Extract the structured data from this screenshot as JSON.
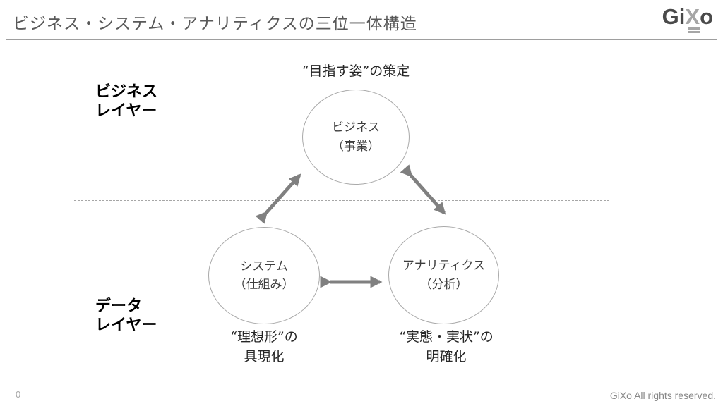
{
  "slide": {
    "title": "ビジネス・システム・アナリティクスの三位一体構造",
    "page_number": "0",
    "footer": "GiXo All rights reserved."
  },
  "logo": {
    "part1": "Gi",
    "part2": "X",
    "part3": "o"
  },
  "diagram": {
    "layers": {
      "business": {
        "line1": "ビジネス",
        "line2": "レイヤー"
      },
      "data": {
        "line1": "データ",
        "line2": "レイヤー"
      }
    },
    "nodes": {
      "business": {
        "line1": "ビジネス",
        "line2": "（事業）",
        "caption": "“目指す姿”の策定"
      },
      "system": {
        "line1": "システム",
        "line2": "（仕組み）",
        "caption_line1": "“理想形”の",
        "caption_line2": "具現化"
      },
      "analytics": {
        "line1": "アナリティクス",
        "line2": "（分析）",
        "caption_line1": "“実態・実状”の",
        "caption_line2": "明確化"
      }
    },
    "edges": [
      {
        "from": "business",
        "to": "system",
        "bidirectional": true
      },
      {
        "from": "business",
        "to": "analytics",
        "bidirectional": true
      },
      {
        "from": "system",
        "to": "analytics",
        "bidirectional": true
      }
    ]
  },
  "colors": {
    "title_text": "#595959",
    "circle_border": "#a9a9a9",
    "arrow": "#808080",
    "dashed_line": "#a6a6a6",
    "label_text": "#000000",
    "node_text": "#3d3d3d",
    "footer_text": "#898989",
    "page_number": "#a6a6a6",
    "logo_dark": "#4a4a4a",
    "logo_light": "#a6a6a6",
    "header_line": "#9e9e9e"
  }
}
